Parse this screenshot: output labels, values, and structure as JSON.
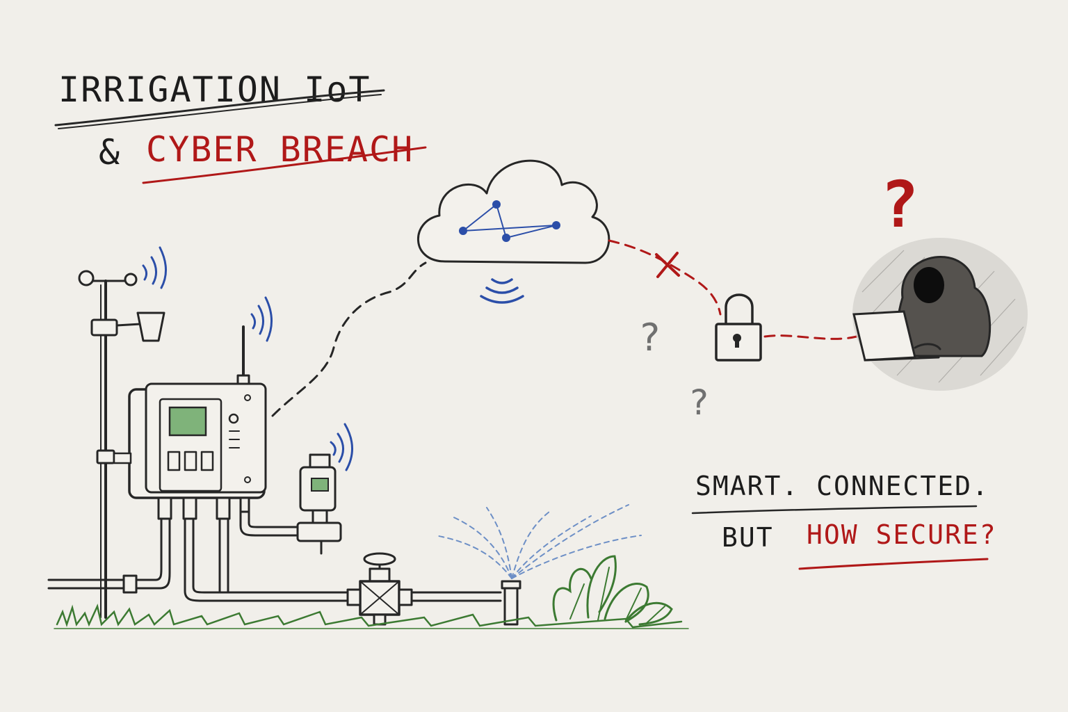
{
  "title": {
    "line1": "IRRIGATION IoT",
    "line2_prefix": "&",
    "line2_highlight": "CYBER BREACH"
  },
  "tagline": {
    "line1": "SMART. CONNECTED.",
    "line2_prefix": "BUT",
    "line2_highlight": "HOW SECURE?"
  },
  "marks": {
    "hacker_question": "?",
    "doubt_question_1": "?",
    "doubt_question_2": "?",
    "breach_x": "X"
  },
  "colors": {
    "ink": "#262626",
    "accent_red": "#b01818",
    "wireless_blue": "#2b4ea8",
    "screen_green": "#7fb37a",
    "grass_green": "#3c7a32",
    "paper": "#f1efea"
  },
  "icons": [
    "weather-station-icon",
    "controller-box-icon",
    "flow-sensor-icon",
    "valve-icon",
    "sprinkler-icon",
    "cloud-network-icon",
    "padlock-icon",
    "hooded-hacker-icon",
    "laptop-icon",
    "wireless-signal-icon"
  ]
}
